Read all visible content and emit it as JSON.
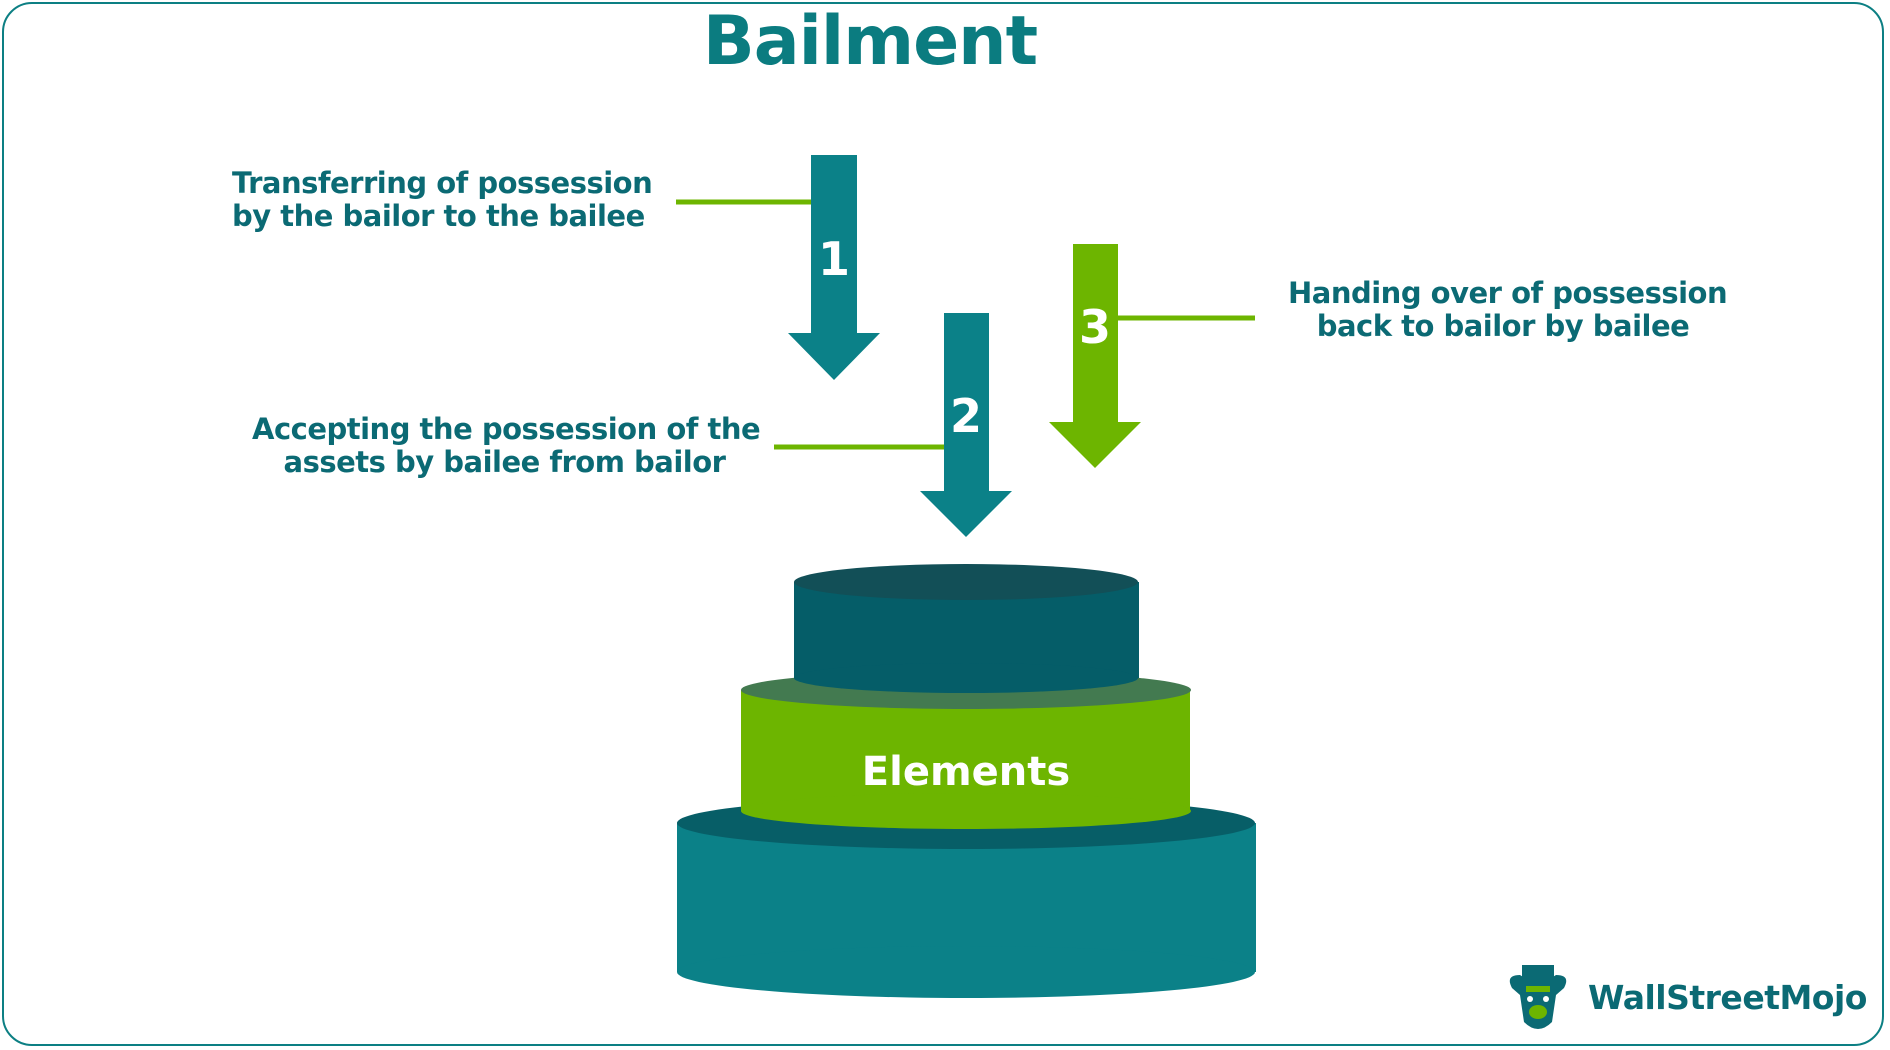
{
  "title": "Bailment",
  "center_label": "Elements",
  "steps": [
    {
      "number": "1",
      "text_line1": "Transferring of possession",
      "text_line2": "by the bailor to the bailee"
    },
    {
      "number": "2",
      "text_line1": "Accepting the possession of the",
      "text_line2": "assets by bailee from bailor"
    },
    {
      "number": "3",
      "text_line1": "Handing over of possession",
      "text_line2": "back to bailor by bailee"
    }
  ],
  "brand": "WallStreetMojo",
  "colors": {
    "teal": "#0b8188",
    "teal_dark": "#075e67",
    "green": "#6db500",
    "text": "#0b6a74",
    "border": "#0c7f83"
  },
  "icons": [
    "arrow-down-icon",
    "wallstreetmojo-logo-icon"
  ]
}
